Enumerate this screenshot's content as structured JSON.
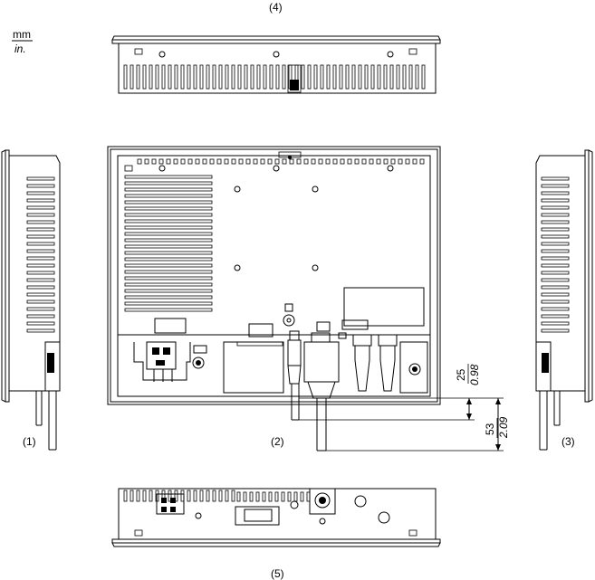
{
  "units": {
    "primary": "mm",
    "secondary": "in."
  },
  "view_labels": {
    "left": "(1)",
    "rear": "(2)",
    "right": "(3)",
    "top": "(4)",
    "bottom": "(5)"
  },
  "dimensions": {
    "short_mm": "25",
    "short_in": "0.98",
    "long_mm": "53",
    "long_in": "2.09"
  }
}
